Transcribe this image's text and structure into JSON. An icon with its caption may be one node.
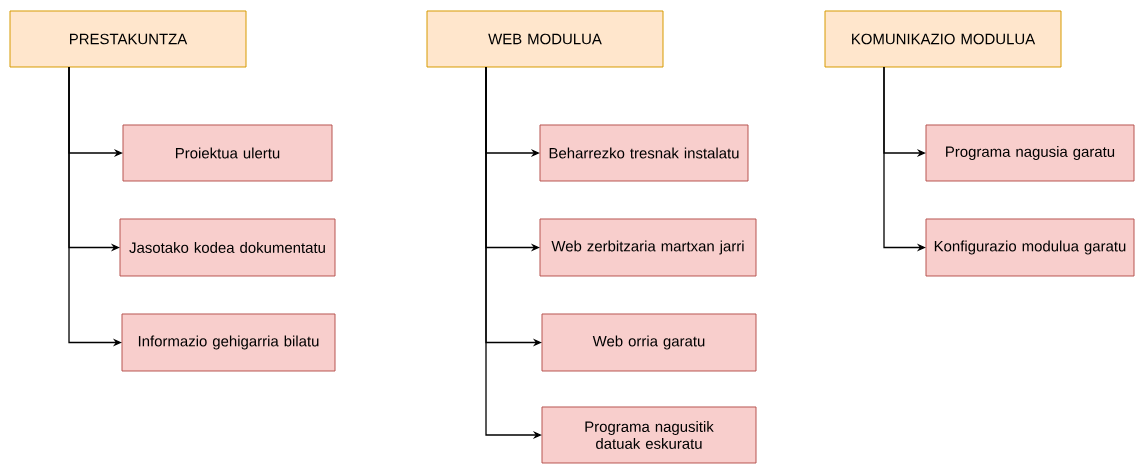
{
  "diagram": {
    "nodes": [
      {
        "text": [
          "PRESTAKUNTZA"
        ]
      },
      {
        "text": [
          "Proiektua ulertu"
        ]
      },
      {
        "text": [
          "Jasotako kodea dokumentatu"
        ]
      },
      {
        "text": [
          "Informazio gehigarria bilatu"
        ]
      },
      {
        "text": [
          "WEB MODULUA"
        ]
      },
      {
        "text": [
          "Beharrezko tresnak instalatu"
        ]
      },
      {
        "text": [
          "Web zerbitzaria martxan jarri"
        ]
      },
      {
        "text": [
          "Web orria garatu"
        ]
      },
      {
        "text": [
          "Programa nagusitik datuak eskuratu"
        ]
      },
      {
        "text": [
          "KOMUNIKAZIO MODULUA"
        ]
      },
      {
        "text": [
          "Programa nagusia garatu"
        ]
      },
      {
        "text": [
          "Konfigurazio modulua garatu"
        ]
      }
    ],
    "edges": [
      {
        "from": 0,
        "to": 1,
        "arrow": "to"
      },
      {
        "from": 0,
        "to": 2,
        "arrow": "to"
      },
      {
        "from": 0,
        "to": 3,
        "arrow": "to"
      },
      {
        "from": 4,
        "to": 5,
        "arrow": "to"
      },
      {
        "from": 4,
        "to": 6,
        "arrow": "to"
      },
      {
        "from": 4,
        "to": 7,
        "arrow": "to"
      },
      {
        "from": 4,
        "to": 8,
        "arrow": "to"
      },
      {
        "from": 9,
        "to": 10,
        "arrow": "to"
      },
      {
        "from": 9,
        "to": 11,
        "arrow": "to"
      }
    ]
  }
}
